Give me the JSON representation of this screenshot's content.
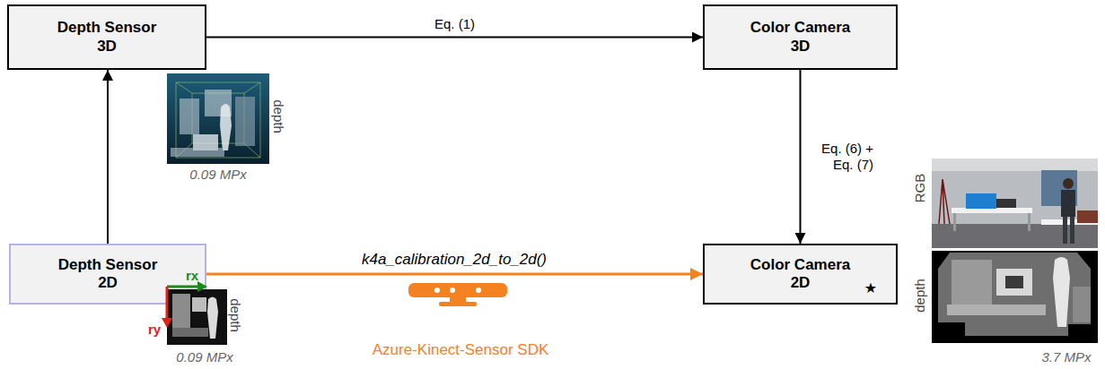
{
  "diagram": {
    "nodes": [
      {
        "text": [
          "Depth Sensor 3D"
        ]
      },
      {
        "text": [
          "Color Camera 3D"
        ]
      },
      {
        "text": [
          "Depth Sensor 2D"
        ]
      },
      {
        "text": [
          "Color Camera 2D"
        ]
      }
    ],
    "edges": [
      {
        "from": 0,
        "to": 1,
        "label": "Eq. (1)",
        "arrow": "to"
      },
      {
        "from": 2,
        "to": 0,
        "arrow": "to"
      },
      {
        "from": 1,
        "to": 3,
        "label": "Eq. (6) + Eq. (7)",
        "arrow": "to"
      },
      {
        "from": 2,
        "to": 3,
        "label": "k4a_calibration_2d_to_2d()",
        "arrow": "to"
      }
    ],
    "labels": [
      "depth",
      "0.09 MPx",
      "RGB",
      "rx",
      "★",
      "ry",
      "depth",
      "depth",
      "Azure-Kinect-Sensor SDK",
      "0.09 MPx",
      "3.7 MPx"
    ]
  }
}
